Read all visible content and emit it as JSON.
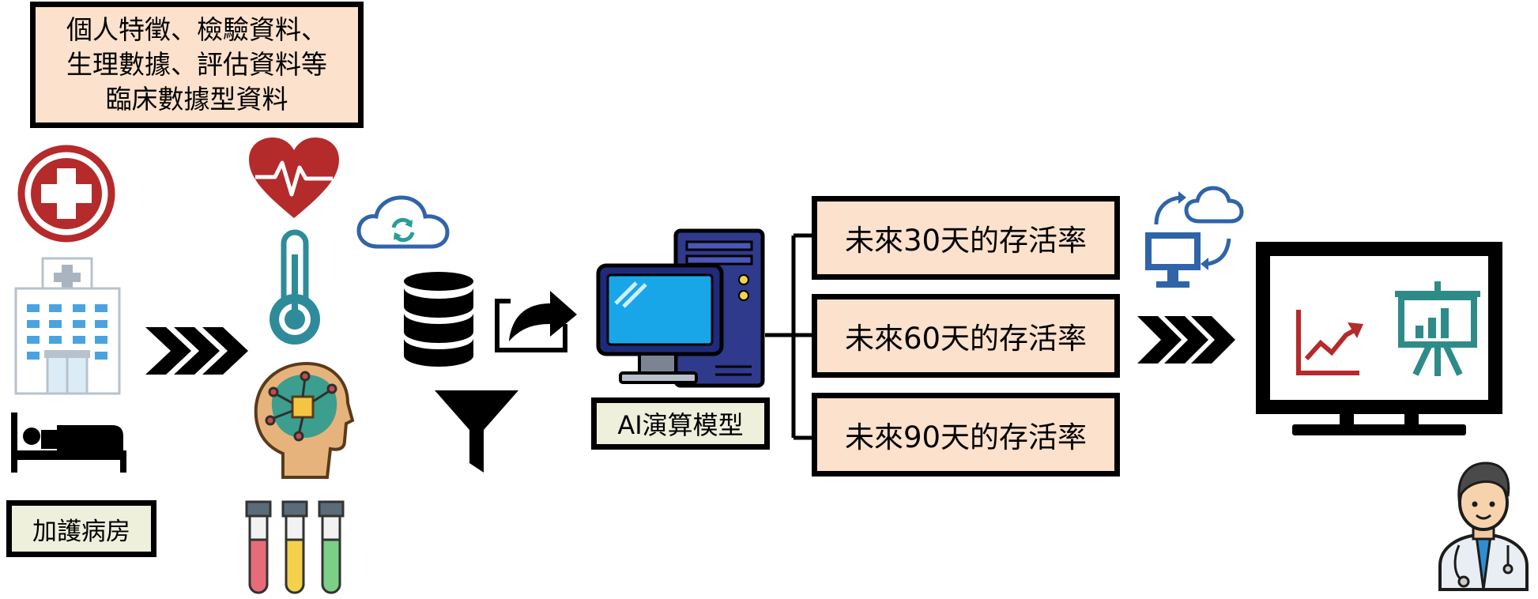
{
  "data_box": {
    "line1": "個人特徵、檢驗資料、",
    "line2": "生理數據、評估資料等",
    "line3": "臨床數據型資料"
  },
  "icu_label": "加護病房",
  "ai_label": "AI演算模型",
  "outputs": [
    {
      "label": "未來30天的存活率"
    },
    {
      "label": "未來60天的存活率"
    },
    {
      "label": "未來90天的存活率"
    }
  ],
  "colors": {
    "box_fill": "#fce1cc",
    "label_fill": "#eef0dc",
    "medical_red": "#b52a2a",
    "hospital_blue": "#4aa3df",
    "cloud_blue": "#2f64a8",
    "screen_blue": "#19a6e8",
    "chart_teal": "#2e8b88"
  },
  "icons": [
    "medical-cross-icon",
    "hospital-icon",
    "bed-icon",
    "heartbeat-icon",
    "thermometer-icon",
    "ai-brain-icon",
    "test-tubes-icon",
    "cloud-sync-icon",
    "database-icon",
    "export-icon",
    "filter-icon",
    "computer-icon",
    "sync-computer-icon",
    "monitor-icon",
    "doctor-icon",
    "chevron-arrows-icon"
  ]
}
